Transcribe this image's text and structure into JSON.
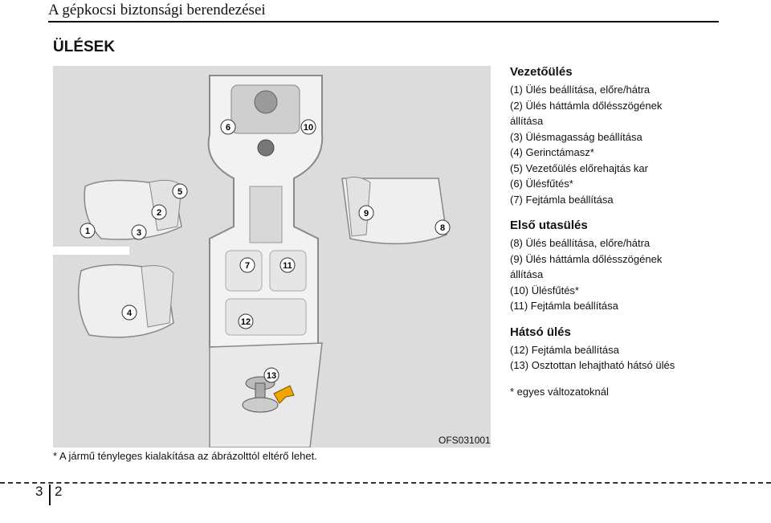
{
  "header": {
    "chapter_title": "A gépkocsi biztonsági berendezései"
  },
  "section": {
    "title": "ÜLÉSEK"
  },
  "figure": {
    "code": "OFS031001",
    "callouts": [
      "1",
      "2",
      "3",
      "4",
      "5",
      "6",
      "7",
      "8",
      "9",
      "10",
      "11",
      "12",
      "13"
    ]
  },
  "footnote": "* A jármű tényleges kialakítása az ábrázolttól eltérő lehet.",
  "legend": {
    "groups": [
      {
        "title": "Vezetőülés",
        "items": [
          [
            "(1) Ülés beállítása, előre/hátra"
          ],
          [
            "(2) Ülés háttámla dőlésszögének",
            "állítása"
          ],
          [
            "(3) Ülésmagasság beállítása"
          ],
          [
            "(4) Gerinctámasz*"
          ],
          [
            "(5) Vezetőülés előrehajtás kar"
          ],
          [
            "(6) Ülésfűtés*"
          ],
          [
            "(7) Fejtámla beállítása"
          ]
        ]
      },
      {
        "title": "Első utasülés",
        "items": [
          [
            "(8) Ülés beállítása, előre/hátra"
          ],
          [
            "(9) Ülés háttámla dőlésszögének",
            "állítása"
          ],
          [
            "(10) Ülésfűtés*"
          ],
          [
            "(11) Fejtámla beállítása"
          ]
        ]
      },
      {
        "title": "Hátsó ülés",
        "items": [
          [
            "(12) Fejtámla beállítása"
          ],
          [
            "(13) Osztottan lehajtható hátsó ülés"
          ]
        ]
      }
    ],
    "note": "* egyes változatoknál"
  },
  "page": {
    "chapter": "3",
    "number": "2"
  }
}
